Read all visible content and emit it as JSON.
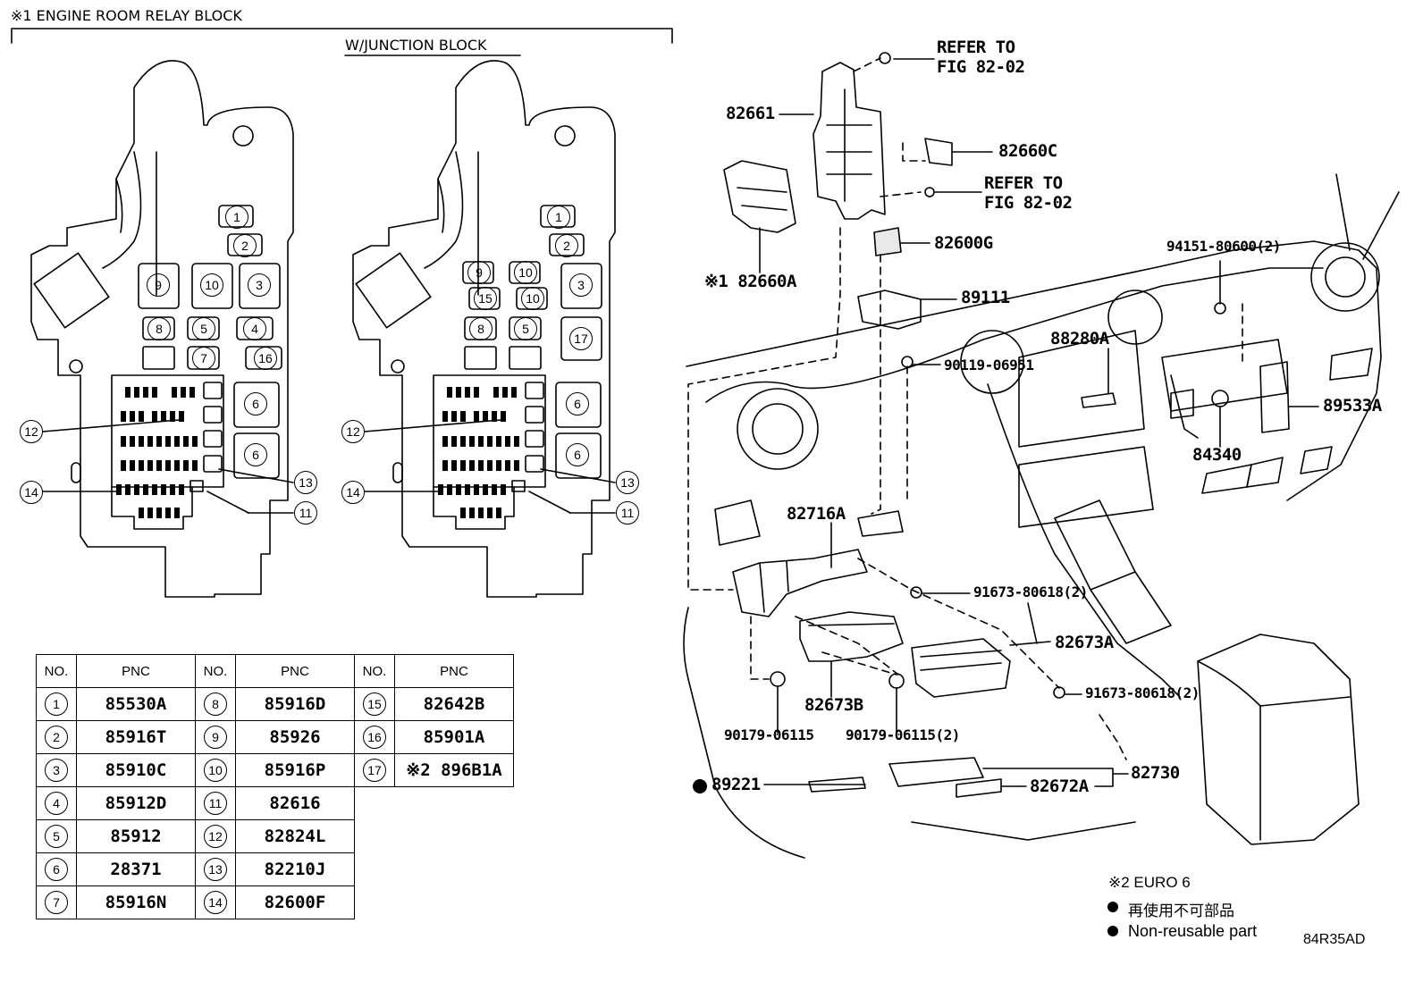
{
  "header": {
    "relay_block_title": "※1 ENGINE ROOM RELAY BLOCK",
    "junction_block_title": "W/JUNCTION BLOCK"
  },
  "left_block": {
    "callouts": [
      "1",
      "2",
      "9",
      "10",
      "3",
      "8",
      "5",
      "4",
      "7",
      "16",
      "6",
      "6",
      "12",
      "13",
      "14",
      "11"
    ]
  },
  "right_block": {
    "callouts": [
      "1",
      "2",
      "9",
      "10",
      "3",
      "15",
      "10",
      "8",
      "5",
      "17",
      "6",
      "6",
      "12",
      "13",
      "14",
      "11"
    ]
  },
  "parts": {
    "p82661": "82661",
    "p82660C": "82660C",
    "refer1_a": "REFER TO",
    "refer1_b": "FIG 82-02",
    "refer2_a": "REFER TO",
    "refer2_b": "FIG 82-02",
    "p82600G": "82600G",
    "p82660A": "※1 82660A",
    "p89111": "89111",
    "p94151": "94151-80600(2)",
    "p88280A": "88280A",
    "p90119": "90119-06951",
    "p89533A": "89533A",
    "p84340": "84340",
    "p82716A": "82716A",
    "p91673a": "91673-80618(2)",
    "p82673A": "82673A",
    "p82673B": "82673B",
    "p91673b": "91673-80618(2)",
    "p90179a": "90179-06115",
    "p90179b": "90179-06115(2)",
    "p82730": "82730",
    "p89221": "89221",
    "p82672A": "82672A"
  },
  "table": {
    "headers": [
      "NO.",
      "PNC",
      "NO.",
      "PNC",
      "NO.",
      "PNC"
    ],
    "col1": [
      {
        "no": "1",
        "pnc": "85530A"
      },
      {
        "no": "2",
        "pnc": "85916T"
      },
      {
        "no": "3",
        "pnc": "85910C"
      },
      {
        "no": "4",
        "pnc": "85912D"
      },
      {
        "no": "5",
        "pnc": "85912"
      },
      {
        "no": "6",
        "pnc": "28371"
      },
      {
        "no": "7",
        "pnc": "85916N"
      }
    ],
    "col2": [
      {
        "no": "8",
        "pnc": "85916D"
      },
      {
        "no": "9",
        "pnc": "85926"
      },
      {
        "no": "10",
        "pnc": "85916P"
      },
      {
        "no": "11",
        "pnc": "82616"
      },
      {
        "no": "12",
        "pnc": "82824L"
      },
      {
        "no": "13",
        "pnc": "82210J"
      },
      {
        "no": "14",
        "pnc": "82600F"
      }
    ],
    "col3": [
      {
        "no": "15",
        "pnc": "82642B"
      },
      {
        "no": "16",
        "pnc": "85901A"
      },
      {
        "no": "17",
        "pnc": "※2 896B1A"
      }
    ]
  },
  "footnotes": {
    "euro": "※2 EURO 6",
    "jp": "再使用不可部品",
    "en": "Non-reusable part",
    "code": "84R35AD"
  }
}
